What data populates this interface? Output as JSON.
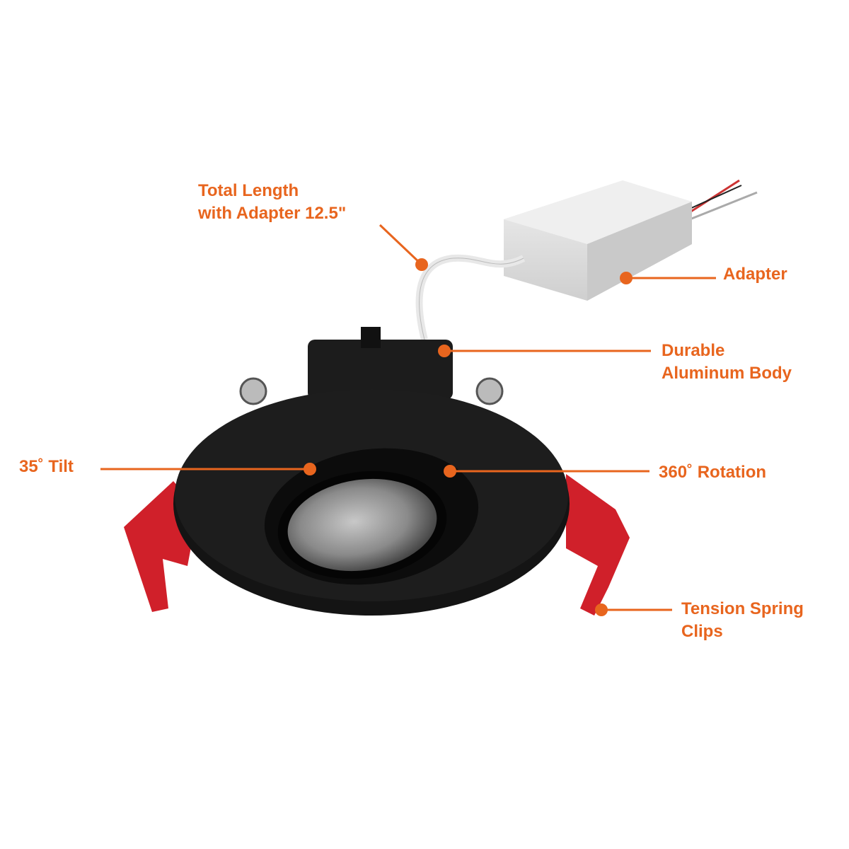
{
  "accent_color": "#E8651E",
  "callouts": {
    "length": {
      "line1": "Total Length",
      "line2": "with Adapter 12.5\""
    },
    "adapter": {
      "line1": "Adapter"
    },
    "body": {
      "line1": "Durable",
      "line2": "Aluminum Body"
    },
    "tilt": {
      "line1": "35˚ Tilt"
    },
    "rotation": {
      "line1": "360˚ Rotation"
    },
    "clips": {
      "line1": "Tension Spring",
      "line2": "Clips"
    }
  }
}
